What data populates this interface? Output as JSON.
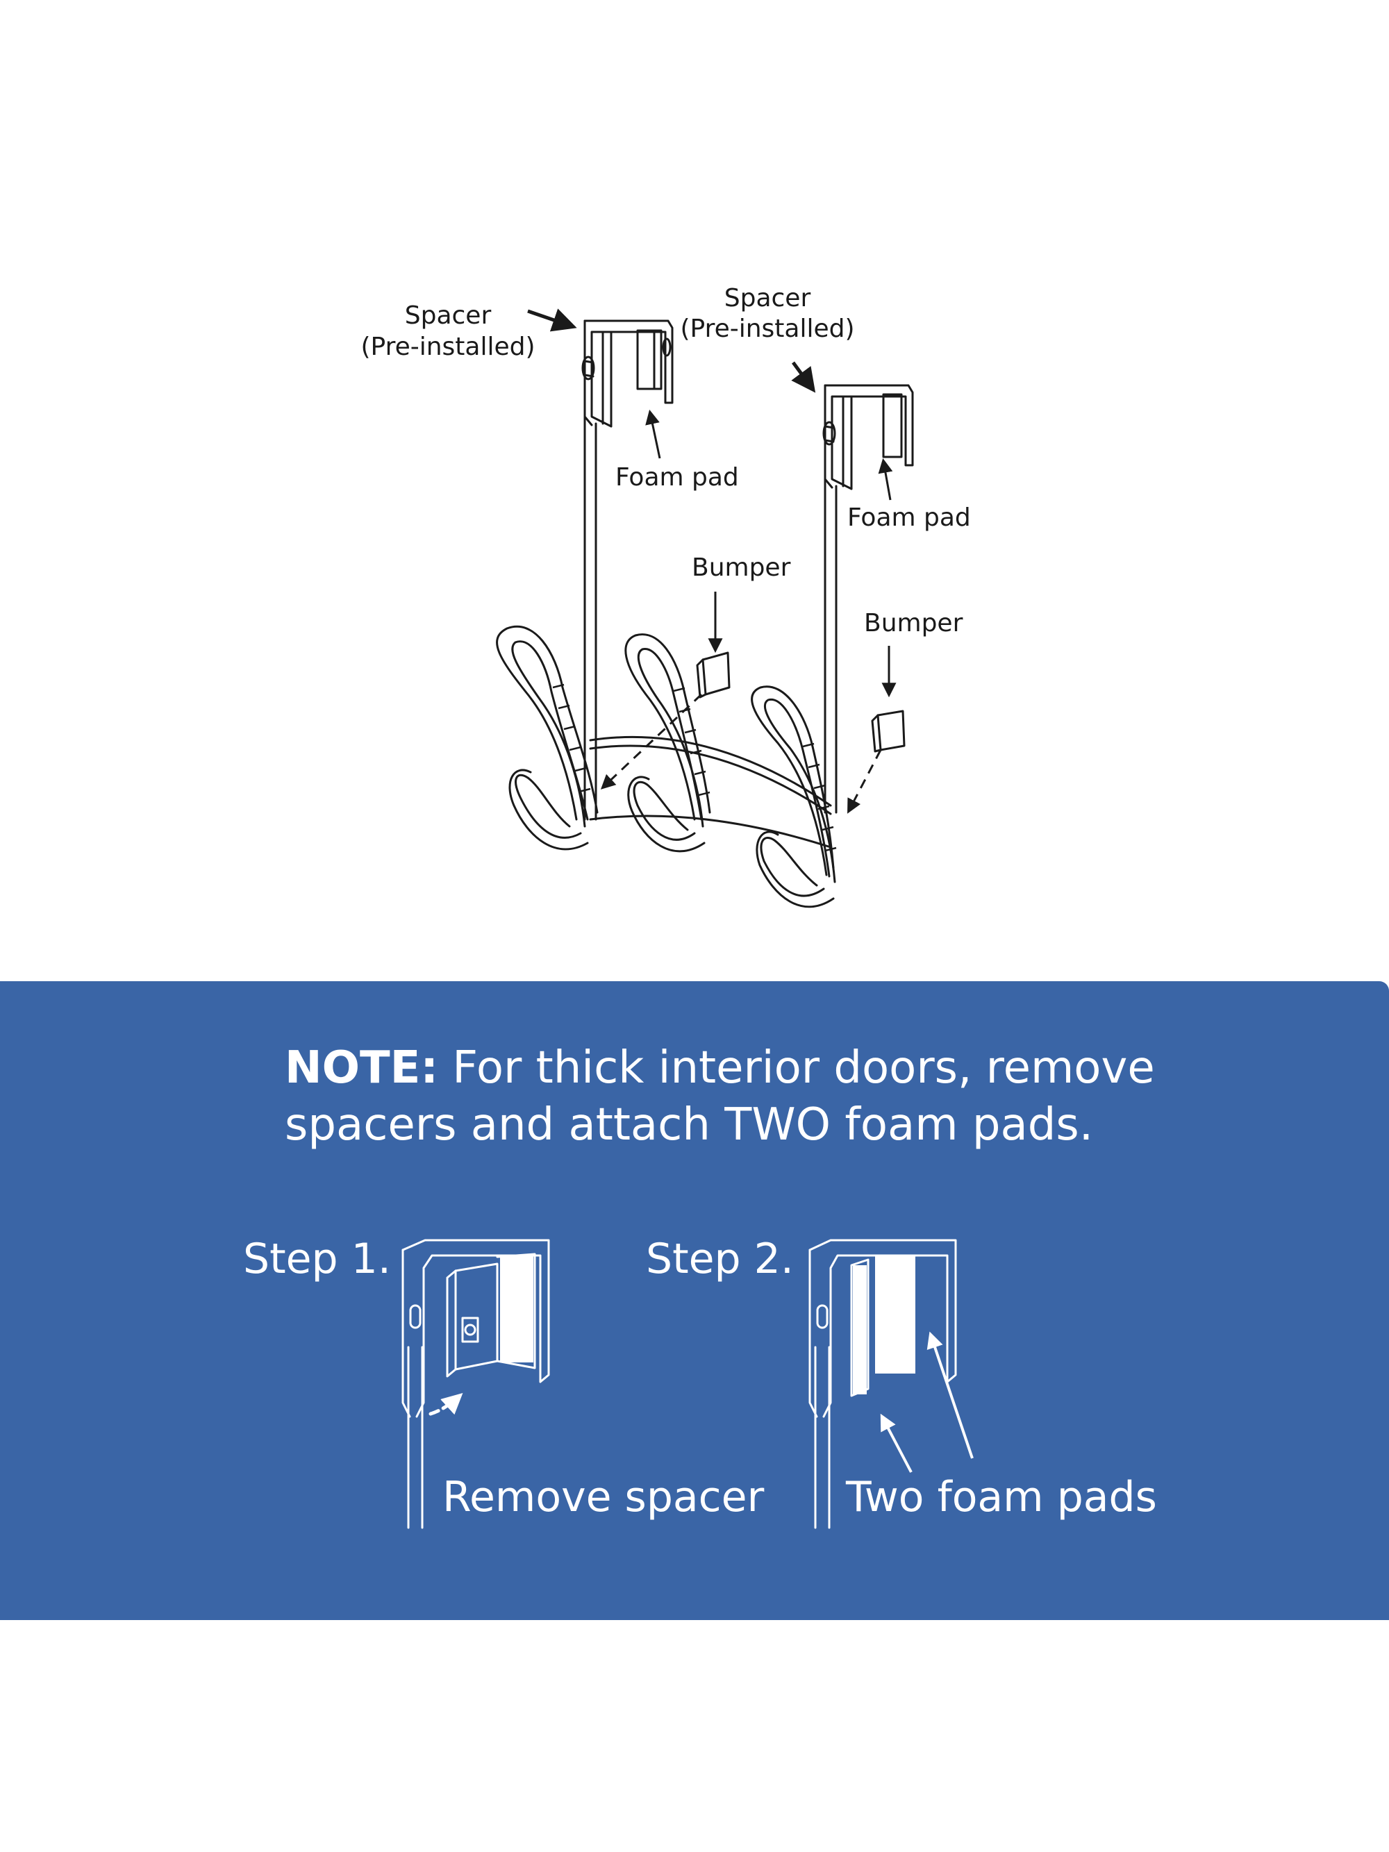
{
  "colors": {
    "band": "#3a65a6",
    "line": "#1a1a1a",
    "white": "#ffffff"
  },
  "diagram": {
    "labels": {
      "spacer_left": "Spacer",
      "preinstalled_left": "(Pre-installed)",
      "spacer_right": "Spacer",
      "preinstalled_right": "(Pre-installed)",
      "foam_left": "Foam pad",
      "foam_right": "Foam pad",
      "bumper_left": "Bumper",
      "bumper_right": "Bumper"
    }
  },
  "note": {
    "lead": "NOTE:",
    "text": "For thick interior doors, remove spacers and attach TWO foam pads."
  },
  "steps": [
    {
      "label": "Step 1.",
      "caption": "Remove spacer"
    },
    {
      "label": "Step 2.",
      "caption": "Two foam pads"
    }
  ]
}
